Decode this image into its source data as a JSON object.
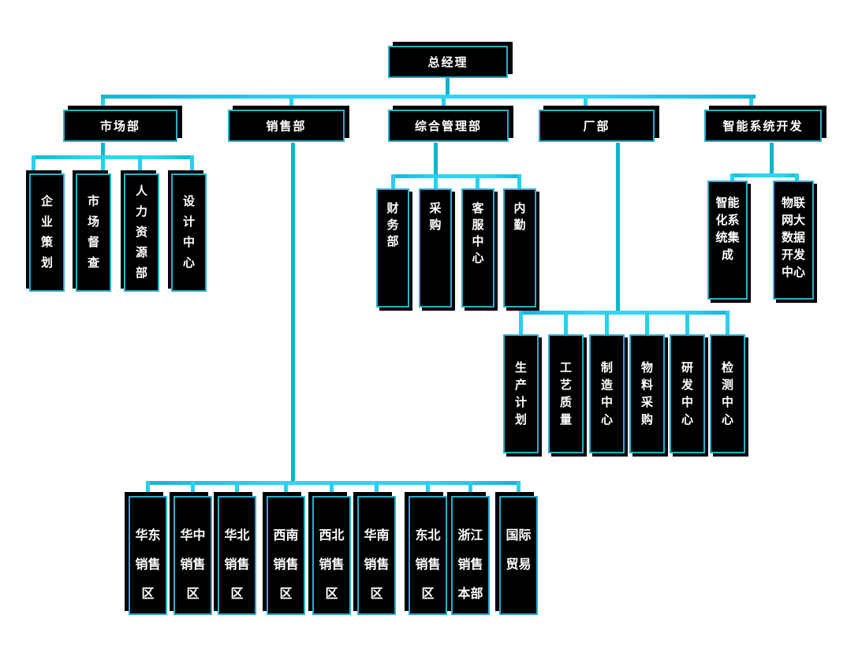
{
  "org": {
    "type": "org-chart",
    "colors": {
      "background": "#ffffff",
      "node_fill": "#000000",
      "node_border": "#2aaecf",
      "node_text": "#ffffff",
      "connector": "#29cfec",
      "connector_dark": "#10b4cc"
    },
    "root": {
      "label": "总经理"
    },
    "departments": [
      {
        "label": "市场部",
        "children": [
          {
            "label": "企业策划",
            "display": "企\n业\n策\n划"
          },
          {
            "label": "市场督查",
            "display": "市\n场\n督\n查"
          },
          {
            "label": "人力资源部",
            "display": "人\n力\n资\n源\n部"
          },
          {
            "label": "设计中心",
            "display": "设\n计\n中\n心"
          }
        ]
      },
      {
        "label": "销售部",
        "children": [
          {
            "label": "华东销售区",
            "display": "华东\n销售\n区"
          },
          {
            "label": "华中销售区",
            "display": "华中\n销售\n区"
          },
          {
            "label": "华北销售区",
            "display": "华北\n销售\n区"
          },
          {
            "label": "西南销售区",
            "display": "西南\n销售\n区"
          },
          {
            "label": "西北销售区",
            "display": "西北\n销售\n区"
          },
          {
            "label": "华南销售区",
            "display": "华南\n销售\n区"
          },
          {
            "label": "东北销售区",
            "display": "东北\n销售\n区"
          },
          {
            "label": "浙江销售本部",
            "display": "浙江\n销售\n本部"
          },
          {
            "label": "国际贸易",
            "display": "国际\n贸易"
          }
        ]
      },
      {
        "label": "综合管理部",
        "children": [
          {
            "label": "财务部",
            "display": "财\n务\n部"
          },
          {
            "label": "采购",
            "display": "采\n购"
          },
          {
            "label": "客服中心",
            "display": "客\n服\n中\n心"
          },
          {
            "label": "内勤",
            "display": "内\n勤"
          }
        ]
      },
      {
        "label": "厂部",
        "children": [
          {
            "label": "生产计划",
            "display": "生\n产\n计\n划"
          },
          {
            "label": "工艺质量",
            "display": "工\n艺\n质\n量"
          },
          {
            "label": "制造中心",
            "display": "制\n造\n中\n心"
          },
          {
            "label": "物料采购",
            "display": "物\n料\n采\n购"
          },
          {
            "label": "研发中心",
            "display": "研\n发\n中\n心"
          },
          {
            "label": "检测中心",
            "display": "检\n测\n中\n心"
          }
        ]
      },
      {
        "label": "智能系统开发",
        "children": [
          {
            "label": "智能化系统集成",
            "display": "智能\n化系\n统集\n成"
          },
          {
            "label": "物联网大数据开发中心",
            "display": "物联\n网大\n数据\n开发\n中心"
          }
        ]
      }
    ]
  }
}
